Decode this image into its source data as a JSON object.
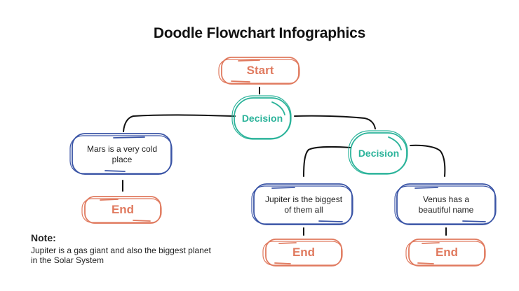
{
  "title": "Doodle Flowchart Infographics",
  "colors": {
    "start_end": "#e07a5f",
    "decision": "#2bb39a",
    "text_box": "#3b55a6",
    "connector": "#111111"
  },
  "nodes": {
    "start": "Start",
    "decision1": "Decision",
    "decision2": "Decision",
    "mars": "Mars is a very cold place",
    "jupiter": "Jupiter is the biggest of them all",
    "venus": "Venus has a beautiful name",
    "end_mars": "End",
    "end_jupiter": "End",
    "end_venus": "End"
  },
  "note": {
    "title": "Note:",
    "body": "Jupiter is a gas giant and also the biggest planet in the Solar System"
  }
}
